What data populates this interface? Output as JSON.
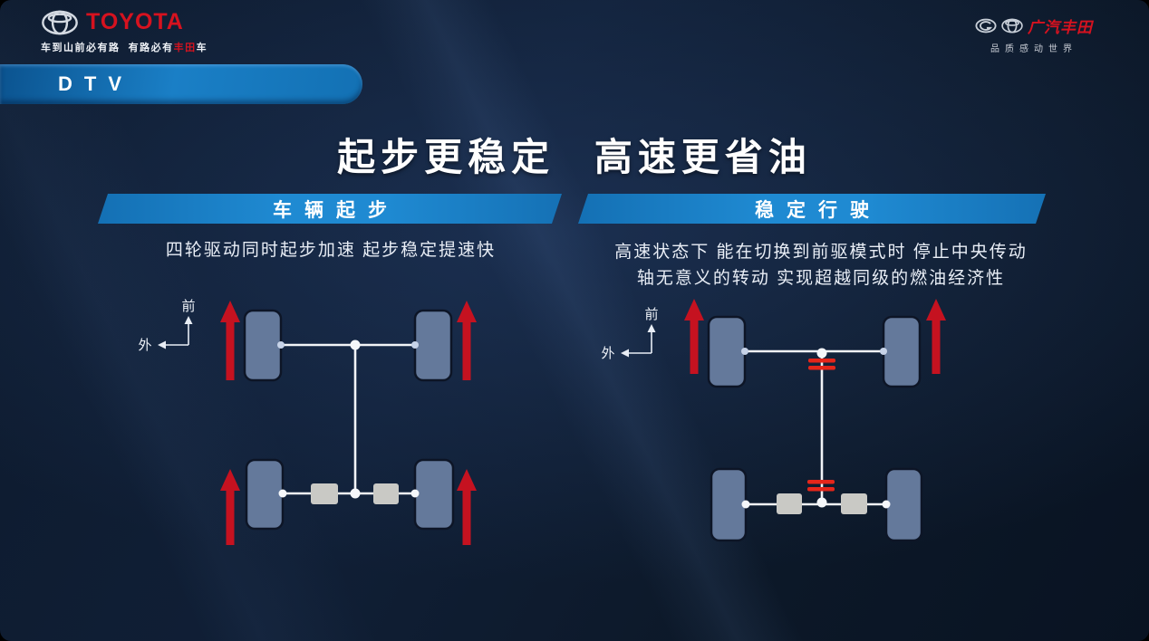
{
  "header": {
    "toyota": {
      "name": "TOYOTA",
      "slogan_prefix": "车到山前必有路  有路必有",
      "slogan_brand": "丰田",
      "slogan_suffix": "车"
    },
    "gac": {
      "name": "广汽丰田",
      "slogan": "品质感动世界"
    }
  },
  "badge": {
    "label": "DTV"
  },
  "title": "起步更稳定 高速更省油",
  "sections": {
    "left": {
      "header": "车辆起步",
      "desc1": "四轮驱动同时起步加速 起步稳定提速快"
    },
    "right": {
      "header": "稳定行驶",
      "desc1": "高速状态下 能在切换到前驱模式时 停止中央传动",
      "desc2": "轴无意义的转动 实现超越同级的燃油经济性"
    }
  },
  "diagram": {
    "axis_front": "前",
    "axis_outer": "外",
    "left_meaning": "four-wheel drive: torque arrows on all four wheels, center shaft connected",
    "right_meaning": "front-wheel drive mode: torque arrows on front wheels only, center shaft disconnected"
  },
  "colors": {
    "toyota_red": "#d6121f",
    "accent_blue": "#1f8ad2",
    "arrow_red": "#c51220",
    "disconnect_red": "#e5261a",
    "wheel_fill": "#64799b",
    "background_navy": "#0d1a2d"
  }
}
